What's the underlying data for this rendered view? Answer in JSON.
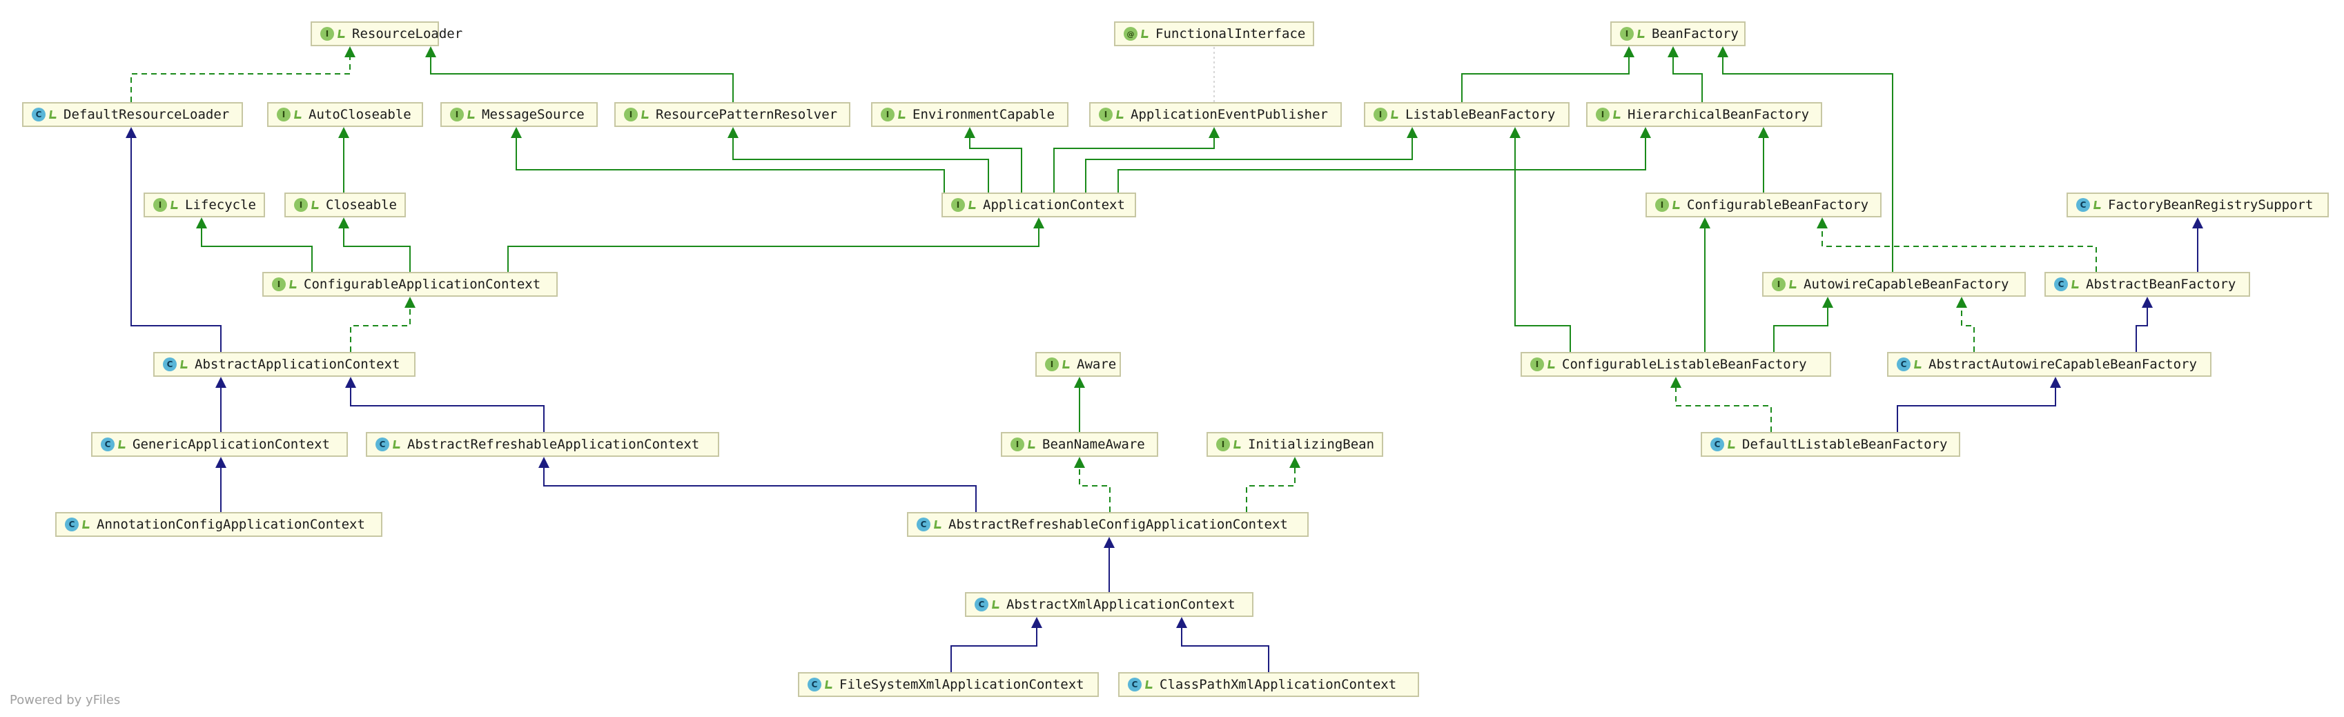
{
  "colors": {
    "extends_interface": "#1a8a1a",
    "extends_class": "#1c1c80",
    "annotation_link": "#c8c8c8",
    "node_fill": "#fcfce4",
    "node_border": "#c7c7a3"
  },
  "footer": {
    "powered_by": "Powered by yFiles"
  },
  "nodes": [
    {
      "id": "ResourceLoader",
      "label": "ResourceLoader",
      "kind": "interface"
    },
    {
      "id": "FunctionalInterface",
      "label": "FunctionalInterface",
      "kind": "annotation"
    },
    {
      "id": "BeanFactory",
      "label": "BeanFactory",
      "kind": "interface"
    },
    {
      "id": "DefaultResourceLoader",
      "label": "DefaultResourceLoader",
      "kind": "class"
    },
    {
      "id": "AutoCloseable",
      "label": "AutoCloseable",
      "kind": "interface"
    },
    {
      "id": "MessageSource",
      "label": "MessageSource",
      "kind": "interface"
    },
    {
      "id": "ResourcePatternResolver",
      "label": "ResourcePatternResolver",
      "kind": "interface"
    },
    {
      "id": "EnvironmentCapable",
      "label": "EnvironmentCapable",
      "kind": "interface"
    },
    {
      "id": "ApplicationEventPublisher",
      "label": "ApplicationEventPublisher",
      "kind": "interface"
    },
    {
      "id": "ListableBeanFactory",
      "label": "ListableBeanFactory",
      "kind": "interface"
    },
    {
      "id": "HierarchicalBeanFactory",
      "label": "HierarchicalBeanFactory",
      "kind": "interface"
    },
    {
      "id": "Lifecycle",
      "label": "Lifecycle",
      "kind": "interface"
    },
    {
      "id": "Closeable",
      "label": "Closeable",
      "kind": "interface"
    },
    {
      "id": "ApplicationContext",
      "label": "ApplicationContext",
      "kind": "interface"
    },
    {
      "id": "ConfigurableBeanFactory",
      "label": "ConfigurableBeanFactory",
      "kind": "interface"
    },
    {
      "id": "FactoryBeanRegistrySupport",
      "label": "FactoryBeanRegistrySupport",
      "kind": "class"
    },
    {
      "id": "ConfigurableApplicationContext",
      "label": "ConfigurableApplicationContext",
      "kind": "interface"
    },
    {
      "id": "AutowireCapableBeanFactory",
      "label": "AutowireCapableBeanFactory",
      "kind": "interface"
    },
    {
      "id": "AbstractBeanFactory",
      "label": "AbstractBeanFactory",
      "kind": "class"
    },
    {
      "id": "AbstractApplicationContext",
      "label": "AbstractApplicationContext",
      "kind": "class"
    },
    {
      "id": "Aware",
      "label": "Aware",
      "kind": "interface"
    },
    {
      "id": "ConfigurableListableBeanFactory",
      "label": "ConfigurableListableBeanFactory",
      "kind": "interface"
    },
    {
      "id": "AbstractAutowireCapableBeanFactory",
      "label": "AbstractAutowireCapableBeanFactory",
      "kind": "class"
    },
    {
      "id": "GenericApplicationContext",
      "label": "GenericApplicationContext",
      "kind": "class"
    },
    {
      "id": "AbstractRefreshableApplicationContext",
      "label": "AbstractRefreshableApplicationContext",
      "kind": "class"
    },
    {
      "id": "BeanNameAware",
      "label": "BeanNameAware",
      "kind": "interface"
    },
    {
      "id": "InitializingBean",
      "label": "InitializingBean",
      "kind": "interface"
    },
    {
      "id": "DefaultListableBeanFactory",
      "label": "DefaultListableBeanFactory",
      "kind": "class"
    },
    {
      "id": "AnnotationConfigApplicationContext",
      "label": "AnnotationConfigApplicationContext",
      "kind": "class"
    },
    {
      "id": "AbstractRefreshableConfigApplicationContext",
      "label": "AbstractRefreshableConfigApplicationContext",
      "kind": "class"
    },
    {
      "id": "AbstractXmlApplicationContext",
      "label": "AbstractXmlApplicationContext",
      "kind": "class"
    },
    {
      "id": "FileSystemXmlApplicationContext",
      "label": "FileSystemXmlApplicationContext",
      "kind": "class"
    },
    {
      "id": "ClassPathXmlApplicationContext",
      "label": "ClassPathXmlApplicationContext",
      "kind": "class"
    }
  ],
  "edges": [
    {
      "from": "DefaultResourceLoader",
      "to": "ResourceLoader",
      "type": "implements"
    },
    {
      "from": "ResourcePatternResolver",
      "to": "ResourceLoader",
      "type": "extends-interface"
    },
    {
      "from": "ListableBeanFactory",
      "to": "BeanFactory",
      "type": "extends-interface"
    },
    {
      "from": "HierarchicalBeanFactory",
      "to": "BeanFactory",
      "type": "extends-interface"
    },
    {
      "from": "AutowireCapableBeanFactory",
      "to": "BeanFactory",
      "type": "extends-interface"
    },
    {
      "from": "ApplicationEventPublisher",
      "to": "FunctionalInterface",
      "type": "annotated"
    },
    {
      "from": "Closeable",
      "to": "AutoCloseable",
      "type": "extends-interface"
    },
    {
      "from": "ApplicationContext",
      "to": "MessageSource",
      "type": "extends-interface"
    },
    {
      "from": "ApplicationContext",
      "to": "ResourcePatternResolver",
      "type": "extends-interface"
    },
    {
      "from": "ApplicationContext",
      "to": "EnvironmentCapable",
      "type": "extends-interface"
    },
    {
      "from": "ApplicationContext",
      "to": "ApplicationEventPublisher",
      "type": "extends-interface"
    },
    {
      "from": "ApplicationContext",
      "to": "ListableBeanFactory",
      "type": "extends-interface"
    },
    {
      "from": "ApplicationContext",
      "to": "HierarchicalBeanFactory",
      "type": "extends-interface"
    },
    {
      "from": "ConfigurableBeanFactory",
      "to": "HierarchicalBeanFactory",
      "type": "extends-interface"
    },
    {
      "from": "ConfigurableApplicationContext",
      "to": "Lifecycle",
      "type": "extends-interface"
    },
    {
      "from": "ConfigurableApplicationContext",
      "to": "Closeable",
      "type": "extends-interface"
    },
    {
      "from": "ConfigurableApplicationContext",
      "to": "ApplicationContext",
      "type": "extends-interface"
    },
    {
      "from": "AbstractBeanFactory",
      "to": "FactoryBeanRegistrySupport",
      "type": "extends-class"
    },
    {
      "from": "AbstractBeanFactory",
      "to": "ConfigurableBeanFactory",
      "type": "implements"
    },
    {
      "from": "AbstractApplicationContext",
      "to": "DefaultResourceLoader",
      "type": "extends-class"
    },
    {
      "from": "AbstractApplicationContext",
      "to": "ConfigurableApplicationContext",
      "type": "implements"
    },
    {
      "from": "ConfigurableListableBeanFactory",
      "to": "ListableBeanFactory",
      "type": "extends-interface"
    },
    {
      "from": "ConfigurableListableBeanFactory",
      "to": "ConfigurableBeanFactory",
      "type": "extends-interface"
    },
    {
      "from": "ConfigurableListableBeanFactory",
      "to": "AutowireCapableBeanFactory",
      "type": "extends-interface"
    },
    {
      "from": "AbstractAutowireCapableBeanFactory",
      "to": "AbstractBeanFactory",
      "type": "extends-class"
    },
    {
      "from": "AbstractAutowireCapableBeanFactory",
      "to": "AutowireCapableBeanFactory",
      "type": "implements"
    },
    {
      "from": "BeanNameAware",
      "to": "Aware",
      "type": "extends-interface"
    },
    {
      "from": "GenericApplicationContext",
      "to": "AbstractApplicationContext",
      "type": "extends-class"
    },
    {
      "from": "AbstractRefreshableApplicationContext",
      "to": "AbstractApplicationContext",
      "type": "extends-class"
    },
    {
      "from": "DefaultListableBeanFactory",
      "to": "ConfigurableListableBeanFactory",
      "type": "implements"
    },
    {
      "from": "DefaultListableBeanFactory",
      "to": "AbstractAutowireCapableBeanFactory",
      "type": "extends-class"
    },
    {
      "from": "AnnotationConfigApplicationContext",
      "to": "GenericApplicationContext",
      "type": "extends-class"
    },
    {
      "from": "AbstractRefreshableConfigApplicationContext",
      "to": "AbstractRefreshableApplicationContext",
      "type": "extends-class"
    },
    {
      "from": "AbstractRefreshableConfigApplicationContext",
      "to": "BeanNameAware",
      "type": "implements"
    },
    {
      "from": "AbstractRefreshableConfigApplicationContext",
      "to": "InitializingBean",
      "type": "implements"
    },
    {
      "from": "AbstractXmlApplicationContext",
      "to": "AbstractRefreshableConfigApplicationContext",
      "type": "extends-class"
    },
    {
      "from": "FileSystemXmlApplicationContext",
      "to": "AbstractXmlApplicationContext",
      "type": "extends-class"
    },
    {
      "from": "ClassPathXmlApplicationContext",
      "to": "AbstractXmlApplicationContext",
      "type": "extends-class"
    }
  ]
}
